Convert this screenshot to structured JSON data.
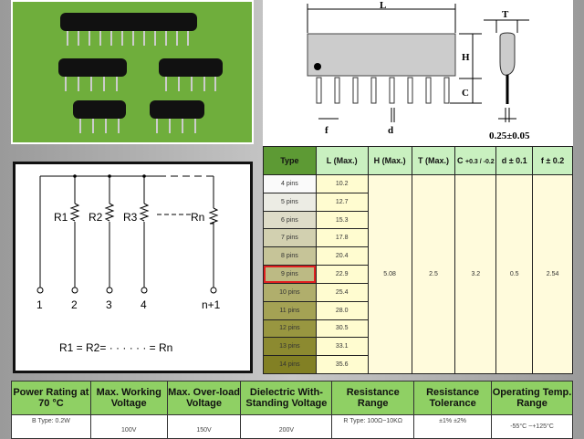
{
  "diagram": {
    "L": "L",
    "H": "H",
    "C": "C",
    "T": "T",
    "f": "f",
    "d": "d",
    "lead": "0.25±0.05"
  },
  "circuit": {
    "resistors": [
      "R1",
      "R2",
      "R3",
      "Rn"
    ],
    "pins": [
      "1",
      "2",
      "3",
      "4",
      "n+1"
    ],
    "equation": "R1 = R2= · · · · · · = Rn"
  },
  "dim_table": {
    "headers": {
      "type": "Type",
      "L": "L (Max.)",
      "H": "H (Max.)",
      "T": "T (Max.)",
      "C": "C",
      "C_tol": "+0.3 / -0.2",
      "d": "d ± 0.1",
      "f": "f ± 0.2"
    },
    "rows": [
      {
        "type": "4 pins",
        "L": "10.2"
      },
      {
        "type": "5 pins",
        "L": "12.7"
      },
      {
        "type": "6 pins",
        "L": "15.3"
      },
      {
        "type": "7 pins",
        "L": "17.8"
      },
      {
        "type": "8 pins",
        "L": "20.4"
      },
      {
        "type": "9 pins",
        "L": "22.9"
      },
      {
        "type": "10 pins",
        "L": "25.4"
      },
      {
        "type": "11 pins",
        "L": "28.0"
      },
      {
        "type": "12 pins",
        "L": "30.5"
      },
      {
        "type": "13 pins",
        "L": "33.1"
      },
      {
        "type": "14 pins",
        "L": "35.6"
      }
    ],
    "shared": {
      "H": "5.08",
      "T": "2.5",
      "C": "3.2",
      "d": "0.5",
      "f": "2.54"
    },
    "selected": "9 pins"
  },
  "elec_table": {
    "headers": [
      "Power Rating at 70 °C",
      "Max. Working Voltage",
      "Max. Over-load Voltage",
      "Dielectric With-Standing Voltage",
      "Resistance Range",
      "Resistance Tolerance",
      "Operating Temp. Range"
    ],
    "row": [
      "B Type: 0.2W",
      "100V",
      "150V",
      "200V",
      "R Type: 100Ω~10KΩ",
      "±1% ±2%",
      "-55°C ~+125°C"
    ]
  }
}
